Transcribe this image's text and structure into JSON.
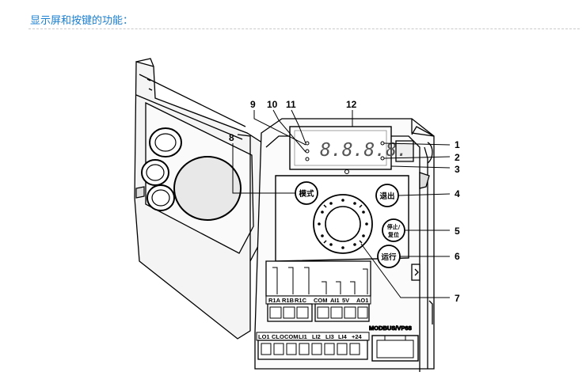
{
  "title": "显示屏和按键的功能：",
  "keys": {
    "mode": "模式",
    "exit": "退出",
    "stop_line1": "停止/",
    "stop_line2": "复位",
    "run": "运行"
  },
  "display_digits": "8.8.8.8.",
  "terminals_top": [
    "R1A",
    "R1B",
    "R1C",
    "COM",
    "AI1",
    "5V",
    "AO1"
  ],
  "terminals_bottom": [
    "LO1",
    "CLO",
    "COM",
    "LI1",
    "LI2",
    "LI3",
    "LI4",
    "+24"
  ],
  "modbus_label": "MODBUS/VP68",
  "callouts": [
    "1",
    "2",
    "3",
    "4",
    "5",
    "6",
    "7",
    "7",
    "8",
    "9",
    "10",
    "11",
    "12"
  ]
}
